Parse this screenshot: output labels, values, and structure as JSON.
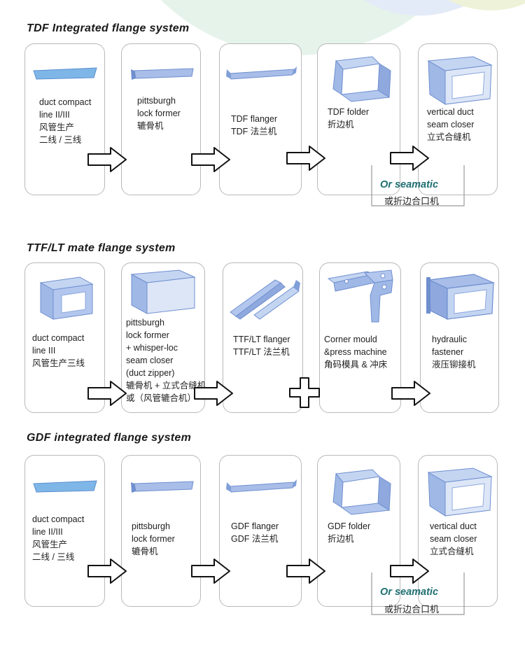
{
  "sections": [
    {
      "title": "TDF Integrated flange system",
      "steps": [
        {
          "lines": [
            "duct compact",
            "line II/III",
            "风管生产",
            "二线 / 三线"
          ]
        },
        {
          "lines": [
            "pittsburgh",
            "lock former",
            "辘骨机"
          ]
        },
        {
          "lines": [
            "TDF flanger",
            "TDF 法兰机"
          ]
        },
        {
          "lines": [
            "TDF folder",
            "折边机"
          ]
        },
        {
          "lines": [
            "vertical duct",
            "seam closer",
            "立式合缝机"
          ]
        }
      ],
      "alternative": {
        "en": "Or seamatic",
        "zh": "或折边合口机"
      }
    },
    {
      "title": "TTF/LT mate flange system",
      "steps": [
        {
          "lines": [
            "duct compact",
            "line III",
            "风管生产三线"
          ]
        },
        {
          "lines": [
            "pittsburgh",
            "lock former",
            "+ whisper-loc",
            "seam closer",
            "(duct zipper)",
            "辘骨机 + 立式合缝机",
            "或（风管辘合机）"
          ]
        },
        {
          "lines": [
            "TTF/LT  flanger",
            "TTF/LT 法兰机"
          ]
        },
        {
          "lines": [
            "Corner mould",
            "&press machine",
            "角码模具 & 冲床"
          ]
        },
        {
          "lines": [
            "hydraulic",
            "fastener",
            "液压铆接机"
          ]
        }
      ]
    },
    {
      "title": "GDF integrated flange system",
      "steps": [
        {
          "lines": [
            "duct compact",
            "line II/III",
            "风管生产",
            "二线 / 三线"
          ]
        },
        {
          "lines": [
            "pittsburgh",
            "lock former",
            "辘骨机"
          ]
        },
        {
          "lines": [
            "GDF flanger",
            "GDF 法兰机"
          ]
        },
        {
          "lines": [
            "GDF folder",
            "折边机"
          ]
        },
        {
          "lines": [
            "vertical duct",
            "seam closer",
            "立式合缝机"
          ]
        }
      ],
      "alternative": {
        "en": "Or seamatic",
        "zh": "或折边合口机"
      }
    }
  ],
  "colors": {
    "duct_fill": "#9fb8e6",
    "duct_light": "#c4d5f2",
    "duct_dark": "#6f8fcf",
    "flat_strip": "#7fb6e8",
    "card_border": "#b9b9b9",
    "alt_text": "#1f6f72"
  },
  "icons": [
    "flat-sheet-icon",
    "lock-formed-sheet-icon",
    "flanged-sheet-icon",
    "folded-duct-icon",
    "closed-duct-icon",
    "flow-arrow-icon",
    "plus-icon"
  ]
}
